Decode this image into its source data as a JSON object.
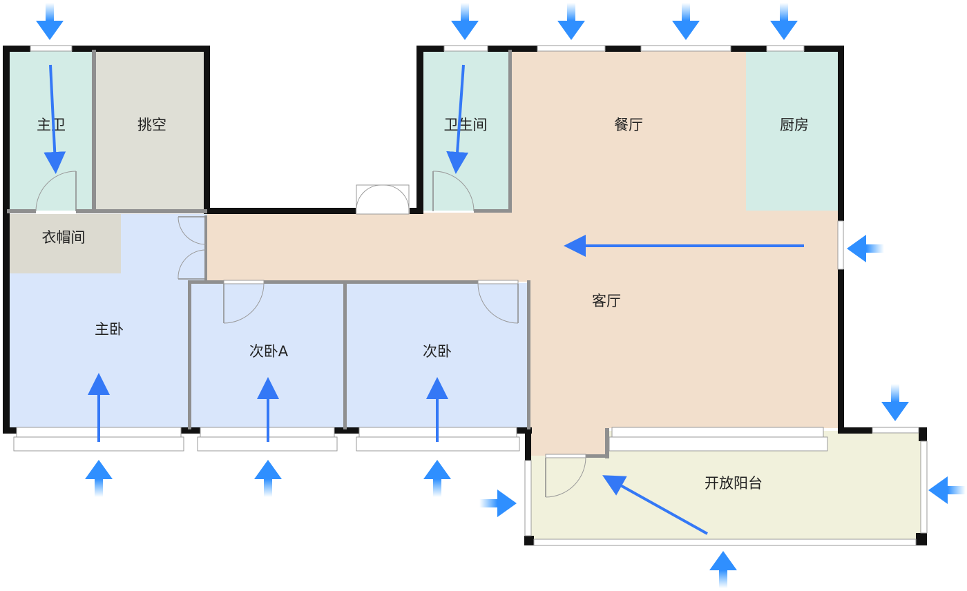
{
  "rooms": {
    "master_bath": "主卫",
    "void": "挑空",
    "cloakroom": "衣帽间",
    "master_bedroom": "主卧",
    "second_bedroom_a": "次卧A",
    "second_bedroom": "次卧",
    "bathroom": "卫生间",
    "dining": "餐厅",
    "kitchen": "厨房",
    "living": "客厅",
    "balcony": "开放阳台"
  },
  "colors": {
    "wet_room": "#d3ece6",
    "void_fill": "#dfdfd6",
    "cloakroom_fill": "#dcdad0",
    "bedroom_fill": "#d9e6fb",
    "living_fill": "#f2dfcc",
    "balcony_fill": "#f1f1dc",
    "airflow_arrow": "#3478f6",
    "wall": "#111111"
  },
  "icons": {
    "airflow_in": "arrow-inflow-icon",
    "airflow_path": "airflow-path-arrow-icon",
    "door": "door-swing-icon"
  }
}
